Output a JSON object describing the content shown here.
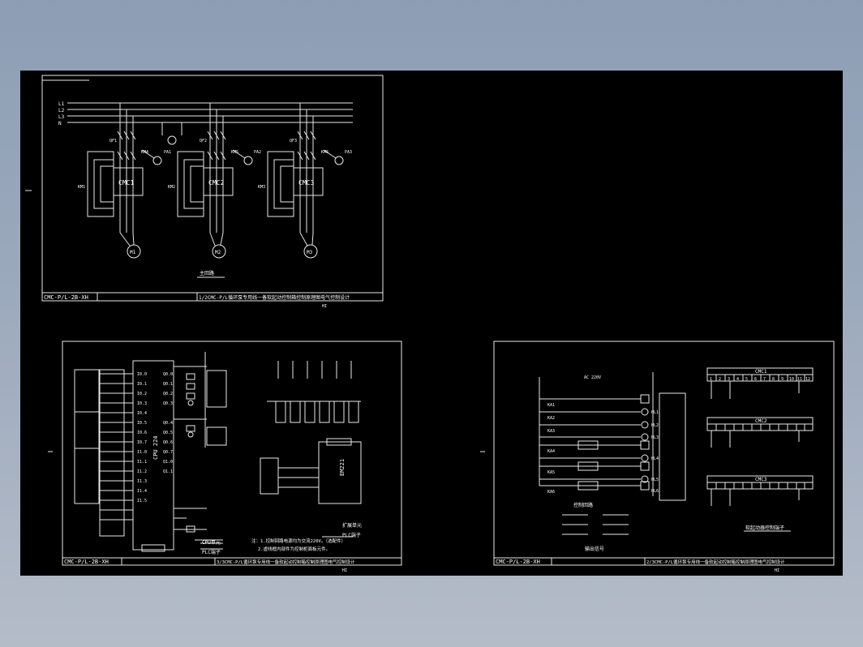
{
  "sheet1": {
    "drawing_no": "CMC-P/L-2B-XH",
    "title": "1/2CMC-P/L循环泵专用线一备软起动控制箱控制原理图电气控制设计",
    "footer_mark": "HI",
    "caption": "主回路",
    "lines": [
      "L1",
      "L2",
      "L3",
      "N"
    ],
    "starters": [
      "CMC1",
      "CMC2",
      "CMC3"
    ],
    "motors": [
      "M1",
      "M2",
      "M3"
    ],
    "breakers": [
      "QF1",
      "QF2",
      "QF3"
    ],
    "contactors": [
      "KM1",
      "KM2",
      "KM3"
    ],
    "bypass": [
      "KM4",
      "KM5",
      "KM6"
    ],
    "instruments": [
      "PA1",
      "PA2",
      "PA3"
    ]
  },
  "sheet3": {
    "drawing_no": "CMC-P/L-2B-XH",
    "title": "3/3CMC-P/L循环泵专用线一备软起动控制箱控制原理图电气控制设计",
    "footer_mark": "HI",
    "cpu_label": "CPU 224",
    "em_label": "EM221",
    "caption_cpu": "CPU单元",
    "caption_plc": "PLC端子",
    "caption_ext": "扩展单元",
    "caption_ext_plc": "PLC端子",
    "note1": "注：1.控制回路电源均为交流220V。（选配件）",
    "note2": "2.虚线框内部件为控制柜面板元件。",
    "inputs": [
      "I0.0",
      "I0.1",
      "I0.2",
      "I0.3",
      "I0.4",
      "I0.5",
      "I0.6",
      "I0.7",
      "I1.0",
      "I1.1",
      "I1.2",
      "I1.3",
      "I1.4",
      "I1.5"
    ],
    "outputs": [
      "Q0.0",
      "Q0.1",
      "Q0.2",
      "Q0.3",
      "Q0.4",
      "Q0.5",
      "Q0.6",
      "Q0.7",
      "Q1.0",
      "Q1.1"
    ]
  },
  "sheet2": {
    "drawing_no": "CMC-P/L-2B-XH",
    "title": "2/3CMC-P/L循环泵专用线一备软起动控制箱控制原理图电气控制设计",
    "footer_mark": "HI",
    "voltage": "AC 220V",
    "caption_ctrl": "控制回路",
    "caption_signal": "输出信号",
    "caption_terminal": "软起动器控制端子",
    "terminal_blocks": [
      "CMC1",
      "CMC2",
      "CMC3"
    ],
    "terminal_numbers": [
      "1",
      "2",
      "3",
      "4",
      "5",
      "6",
      "7",
      "8",
      "9",
      "10",
      "11",
      "12"
    ],
    "lamps": [
      "HL1",
      "HL2",
      "HL3",
      "HL4",
      "HL5",
      "HL6"
    ],
    "relays": [
      "KA1",
      "KA2",
      "KA3",
      "KA4",
      "KA5",
      "KA6"
    ]
  }
}
